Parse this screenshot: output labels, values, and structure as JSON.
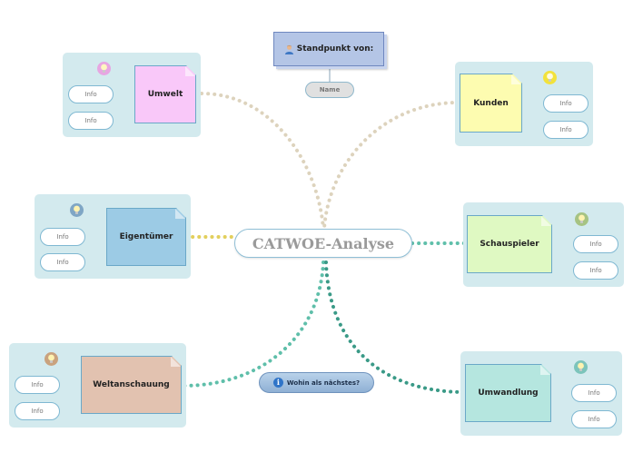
{
  "central": {
    "title": "CATWOE-Analyse"
  },
  "standpoint": {
    "label": "Standpunkt von:",
    "name_placeholder": "Name"
  },
  "next_button": {
    "label": "Wohin als nächstes?",
    "icon": "info-icon"
  },
  "colors": {
    "umwelt": "#f9c8f9",
    "kunden": "#fdfcb0",
    "eigentuemer": "#9ccbe5",
    "schauspieler": "#dff9c2",
    "weltanschauung": "#e2c2b0",
    "umwandlung": "#b5e6df",
    "panel": "#d3eaee",
    "connector_beige": "#ddd3bd",
    "connector_yellow": "#e2cf5c",
    "connector_teal": "#5fbfaa",
    "connector_dark_teal": "#3a9a87"
  },
  "topics": [
    {
      "id": "umwelt",
      "label": "Umwelt",
      "bulb_color": "#e7a6e2",
      "info": [
        "Info",
        "Info"
      ]
    },
    {
      "id": "kunden",
      "label": "Kunden",
      "bulb_color": "#f2e23c",
      "info": [
        "Info",
        "Info"
      ]
    },
    {
      "id": "eigentuemer",
      "label": "Eigentümer",
      "bulb_color": "#7fa6c5",
      "info": [
        "Info",
        "Info"
      ]
    },
    {
      "id": "schauspieler",
      "label": "Schauspieler",
      "bulb_color": "#a6c383",
      "info": [
        "Info",
        "Info"
      ]
    },
    {
      "id": "weltanschauung",
      "label": "Weltanschauung",
      "bulb_color": "#c9a27e",
      "info": [
        "Info",
        "Info"
      ]
    },
    {
      "id": "umwandlung",
      "label": "Umwandlung",
      "bulb_color": "#7cc4bb",
      "info": [
        "Info",
        "Info"
      ]
    }
  ]
}
